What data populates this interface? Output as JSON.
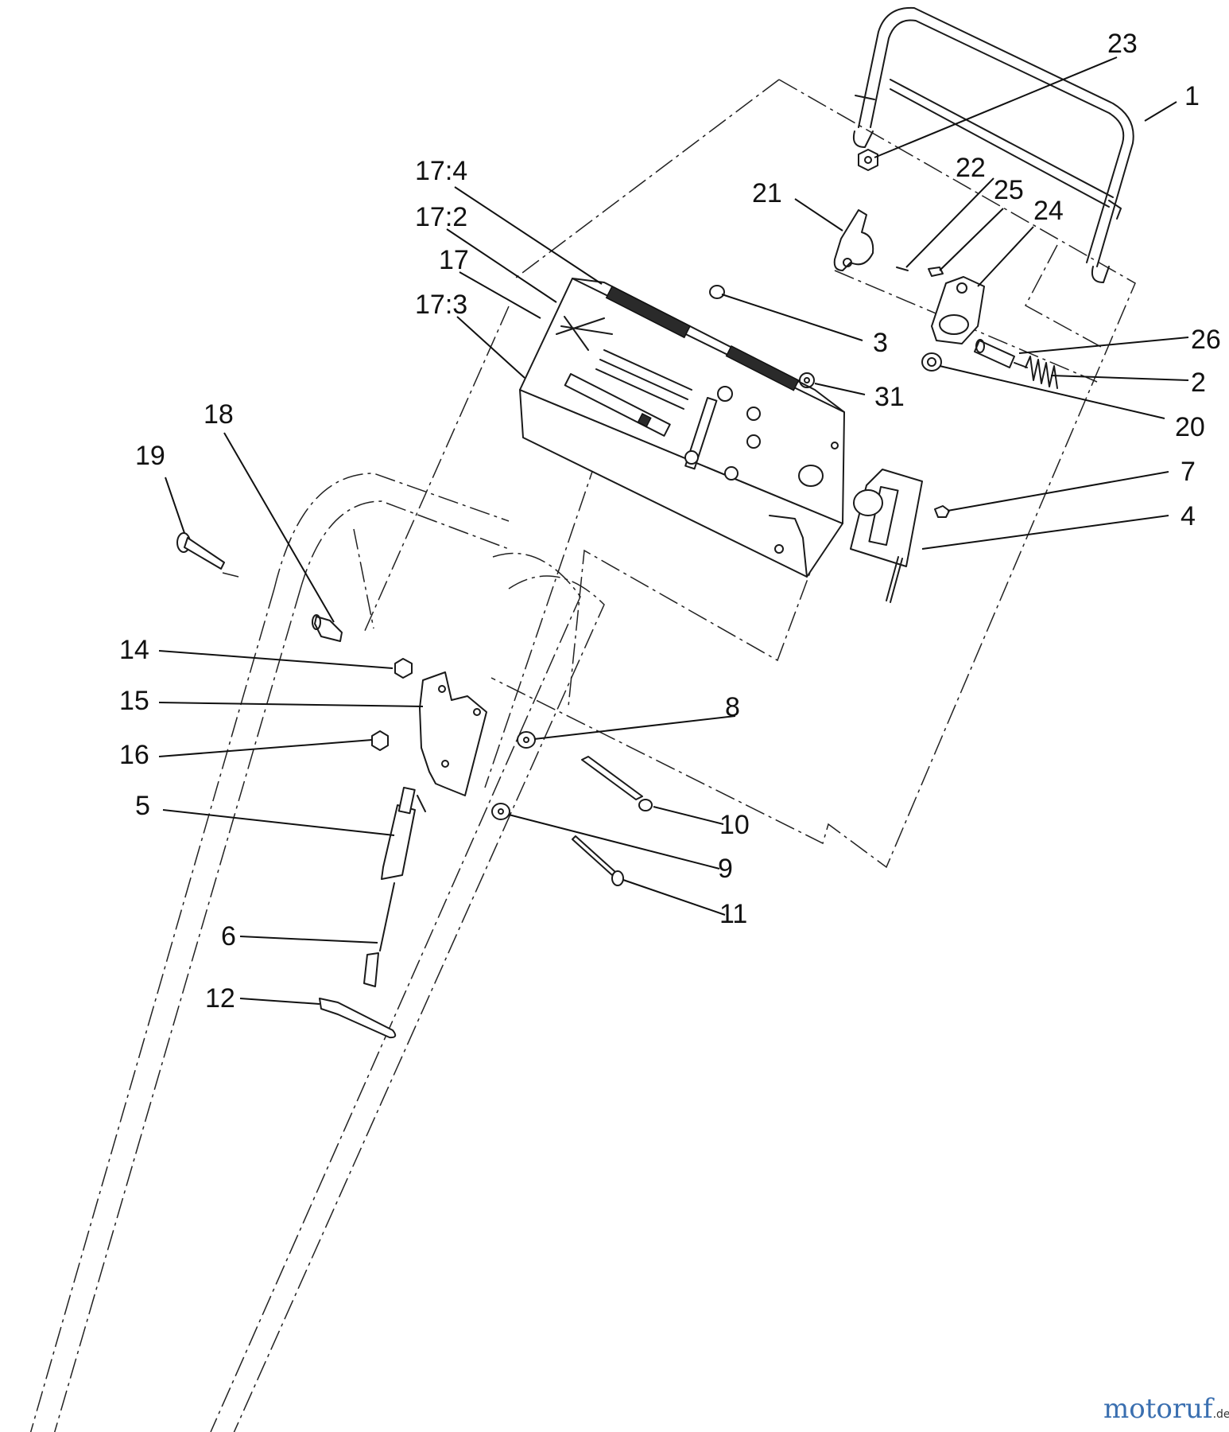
{
  "callouts": [
    "23",
    "1",
    "22",
    "25",
    "24",
    "21",
    "17:4",
    "17:2",
    "17",
    "17:3",
    "3",
    "26",
    "2",
    "31",
    "20",
    "7",
    "4",
    "18",
    "19",
    "14",
    "15",
    "8",
    "16",
    "5",
    "10",
    "9",
    "11",
    "6",
    "12"
  ],
  "watermark": {
    "brand": "motoruf",
    "tld": ".de"
  }
}
